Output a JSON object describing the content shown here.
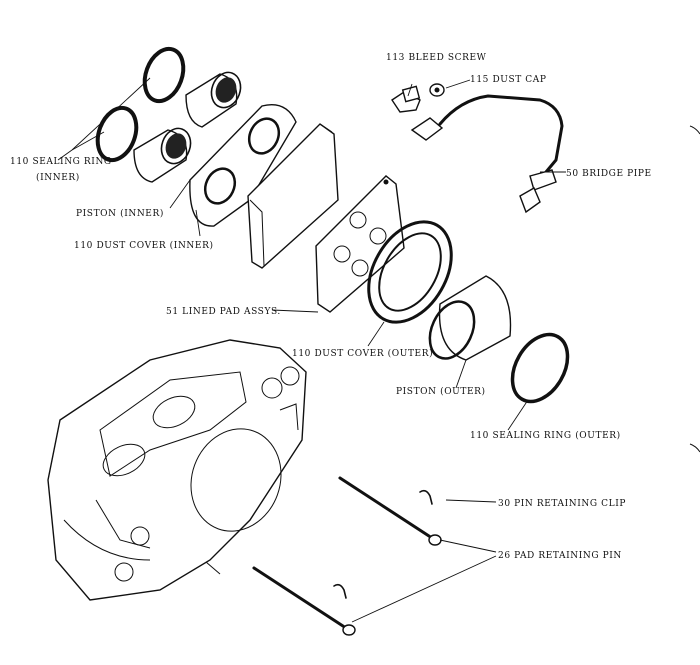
{
  "labels": {
    "bleed_screw": "113 BLEED SCREW",
    "dust_cap": "115 DUST CAP",
    "bridge_pipe": "50 BRIDGE PIPE",
    "sealing_ring_inner_1": "110 SEALING RING",
    "sealing_ring_inner_2": "(INNER)",
    "piston_inner": "PISTON (INNER)",
    "dust_cover_inner": "110 DUST COVER (INNER)",
    "lined_pad": "51 LINED PAD ASSYS.",
    "dust_cover_outer": "110 DUST COVER (OUTER)",
    "piston_outer": "PISTON (OUTER)",
    "sealing_ring_outer": "110 SEALING RING (OUTER)",
    "pin_retaining_clip": "30 PIN RETAINING CLIP",
    "pad_retaining_pin": "26 PAD RETAINING PIN"
  },
  "colors": {
    "ink": "#111111",
    "paper": "#ffffff"
  }
}
